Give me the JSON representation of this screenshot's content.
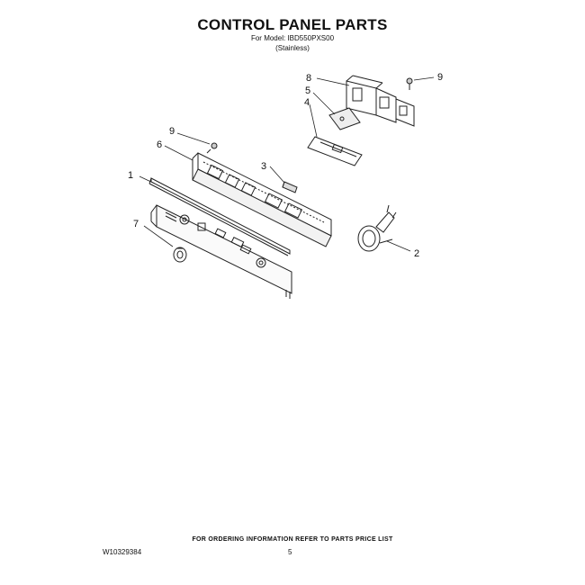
{
  "header": {
    "title": "CONTROL PANEL PARTS",
    "model_line": "For Model: IBD550PXS00",
    "finish_line": "(Stainless)"
  },
  "callouts": {
    "c1": "1",
    "c2": "2",
    "c3": "3",
    "c4": "4",
    "c5": "5",
    "c6": "6",
    "c7": "7",
    "c8": "8",
    "c9a": "9",
    "c9b": "9"
  },
  "footer": {
    "note": "FOR ORDERING INFORMATION REFER TO PARTS PRICE LIST",
    "doc_number": "W10329384",
    "page_number": "5"
  }
}
